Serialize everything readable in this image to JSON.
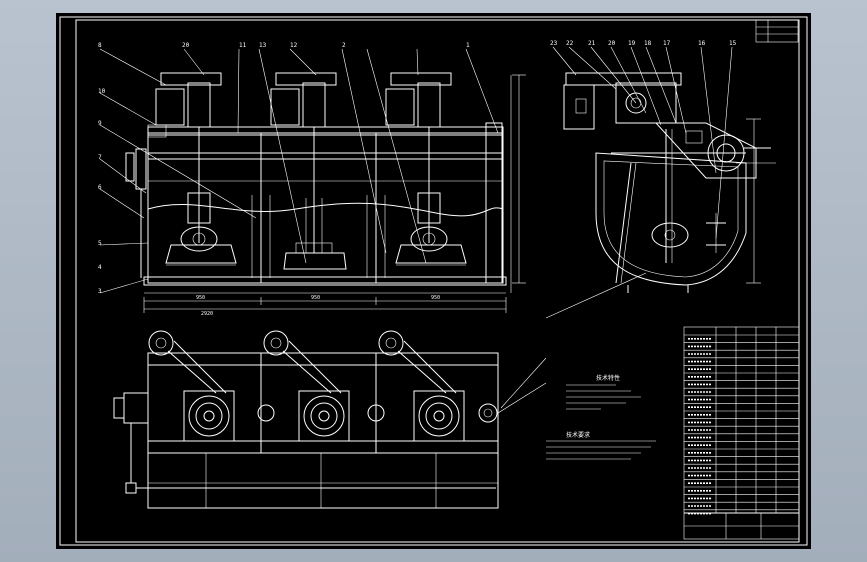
{
  "viewer": {
    "background": "#b0bac6"
  },
  "drawing": {
    "sheet_color": "#000000",
    "line_color": "#ffffff",
    "elevation_callouts": [
      "8",
      "20",
      "10",
      "9",
      "11",
      "13",
      "12",
      "7",
      "6",
      "5",
      "4",
      "3",
      "2",
      "1"
    ],
    "side_callouts": [
      "23",
      "22",
      "21",
      "20",
      "19",
      "18",
      "17",
      "16",
      "15"
    ],
    "dimension_labels": [
      "950",
      "950",
      "950",
      "2920"
    ],
    "tech_requirements_title": "技术要求",
    "tech_specs_title": "技术特性"
  }
}
